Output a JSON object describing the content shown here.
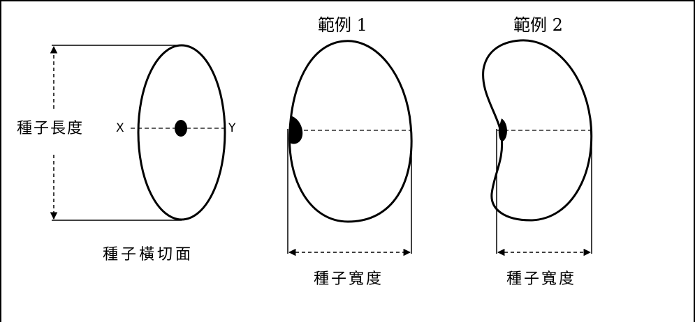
{
  "colors": {
    "ink": "#000000",
    "background": "#ffffff"
  },
  "diagram": {
    "cross_section": {
      "length_label": "種子長度",
      "caption": "種子橫切面",
      "axis_start": "X",
      "axis_end": "Y"
    },
    "example_1": {
      "title": "範例 1",
      "width_label": "種子寬度"
    },
    "example_2": {
      "title": "範例 2",
      "width_label": "種子寬度"
    }
  }
}
